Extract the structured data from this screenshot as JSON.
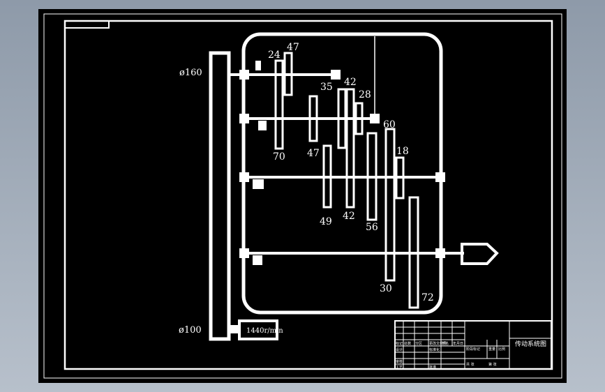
{
  "drawing": {
    "pulley_labels": {
      "top": "ø160",
      "bottom": "ø100"
    },
    "motor_label": "1440r/min",
    "gear_labels": [
      "24",
      "47",
      "35",
      "42",
      "28",
      "70",
      "47",
      "60",
      "18",
      "49",
      "42",
      "56",
      "30",
      "72"
    ],
    "title_block": {
      "title": "传动系统图",
      "row1": [
        "标记",
        "处数",
        "分区",
        "更改文件号",
        "签名",
        "年月日"
      ],
      "row2": [
        "设计",
        "",
        "标准化",
        "",
        "阶段标记",
        "重量",
        "比例"
      ],
      "row3": [
        "审核",
        "",
        "",
        "",
        "共 张",
        "第 张"
      ],
      "row4": [
        "工艺",
        "",
        "批准",
        ""
      ]
    }
  }
}
